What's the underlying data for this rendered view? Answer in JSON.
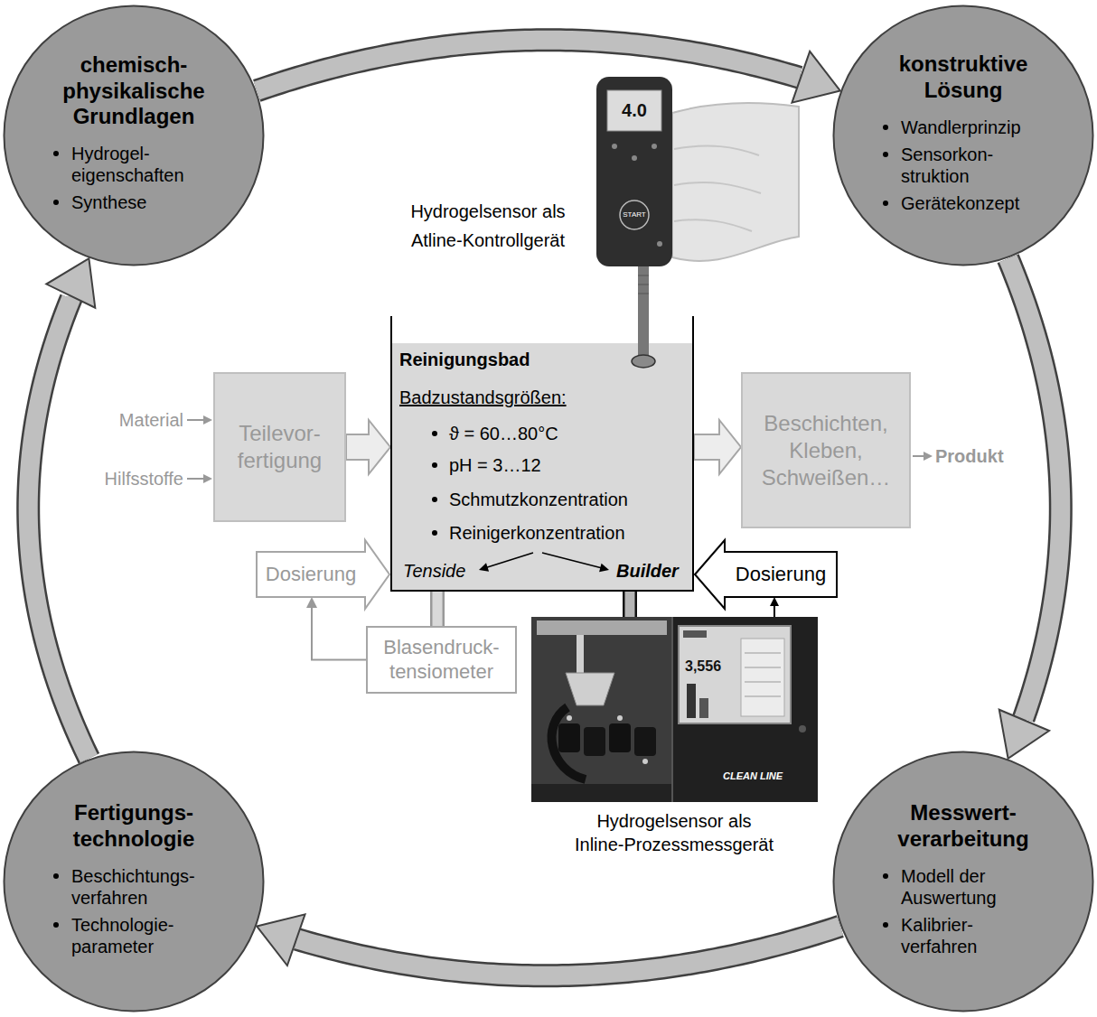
{
  "diagram": {
    "nodes": [
      {
        "text": [
          "chemisch- physikalische Grundlagen",
          "Hydrogel- eigenschaften",
          "Synthese"
        ]
      },
      {
        "text": [
          "konstruktive Lösung",
          "Wandlerprinzip",
          "Sensorkon- struktion",
          "Gerätekonzept"
        ]
      },
      {
        "text": [
          "Teilevor- fertigung"
        ]
      },
      {
        "text": [
          "Reinigungsbad",
          "Badzustandsgrößen:",
          "ϑ = 60…80°C",
          "pH = 3…12",
          "Schmutzkonzentration",
          "Reinigerkonzentration",
          "Tenside",
          "Builder"
        ]
      },
      {
        "text": [
          "Beschichten, Kleben, Schweißen…"
        ]
      },
      {
        "text": [
          "Dosierung"
        ]
      },
      {
        "text": [
          "Dosierung"
        ]
      },
      {
        "text": [
          "Blasendruck- tensiometer"
        ]
      },
      {
        "text": [
          "Hydrogelsensor als Inline-Prozessmessgerät"
        ]
      },
      {
        "text": [
          "Fertigungs- technologie",
          "Beschichtungs- verfahren",
          "Technologie- parameter"
        ]
      },
      {
        "text": [
          "Messwert- verarbeitung",
          "Modell der Auswertung",
          "Kalibrier- verfahren"
        ]
      }
    ],
    "edges": [
      {
        "from": 0,
        "to": 1,
        "arrow": "to"
      },
      {
        "from": 1,
        "to": 10,
        "arrow": "to"
      },
      {
        "from": 10,
        "to": 9,
        "arrow": "to"
      },
      {
        "from": 9,
        "to": 0,
        "arrow": "to"
      },
      {
        "from": 2,
        "to": 3,
        "arrow": "to"
      },
      {
        "from": 3,
        "to": 4,
        "arrow": "to"
      },
      {
        "from": 7,
        "to": 5,
        "arrow": "to"
      },
      {
        "from": 8,
        "to": 6,
        "arrow": "to"
      },
      {
        "from": 3,
        "to": 7,
        "arrow": "none"
      },
      {
        "from": 3,
        "to": 8,
        "arrow": "none"
      }
    ],
    "labels": [
      "Hydrogelsensor als Atline-Kontrollgerät",
      "Material",
      "Hilfsstoffe",
      "Produkt",
      "4.0",
      "START",
      "3,556",
      "CLEAN LINE"
    ]
  }
}
